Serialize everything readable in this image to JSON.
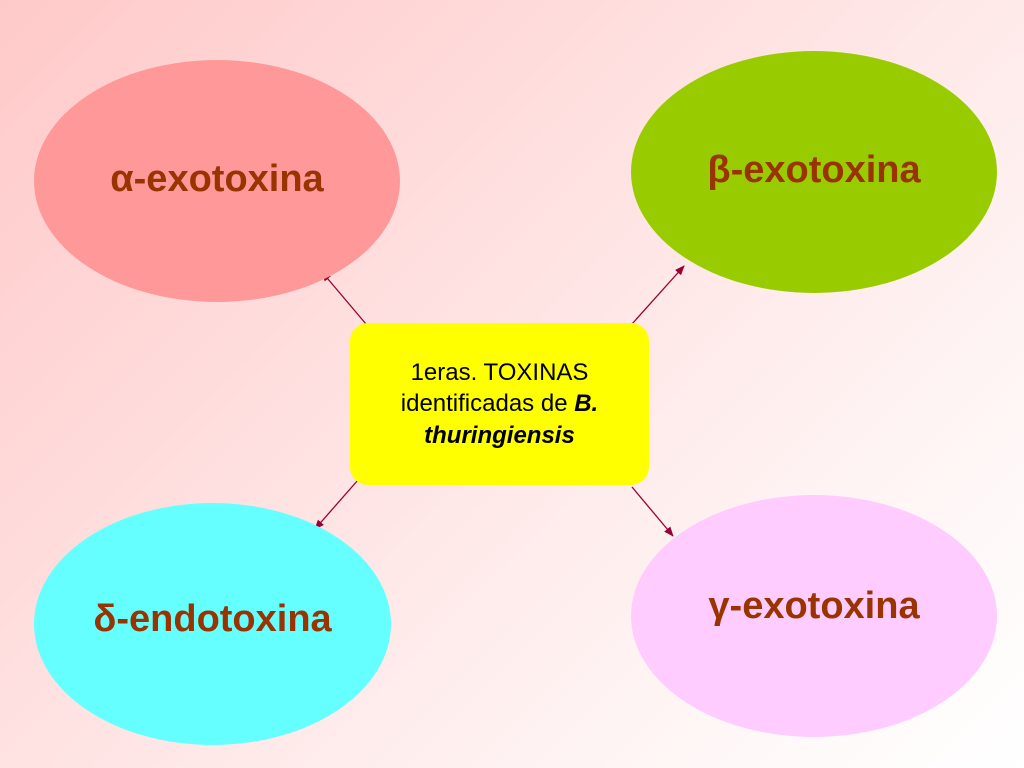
{
  "diagram": {
    "center": {
      "line1": "1eras. TOXINAS",
      "line2": "identificadas de",
      "species_genus": "B.",
      "species_name": "thuringiensis"
    },
    "nodes": {
      "alpha": {
        "label": "α-exotoxina",
        "color": "#ff9999"
      },
      "beta": {
        "label": "β-exotoxina",
        "color": "#99cc00"
      },
      "delta": {
        "label": "δ-endotoxina",
        "color": "#66ffff"
      },
      "gamma": {
        "label": "γ-exotoxina",
        "color": "#ffccff"
      }
    },
    "colors": {
      "center_fill": "#ffff00",
      "label_text": "#993300",
      "arrow": "#990033"
    }
  }
}
